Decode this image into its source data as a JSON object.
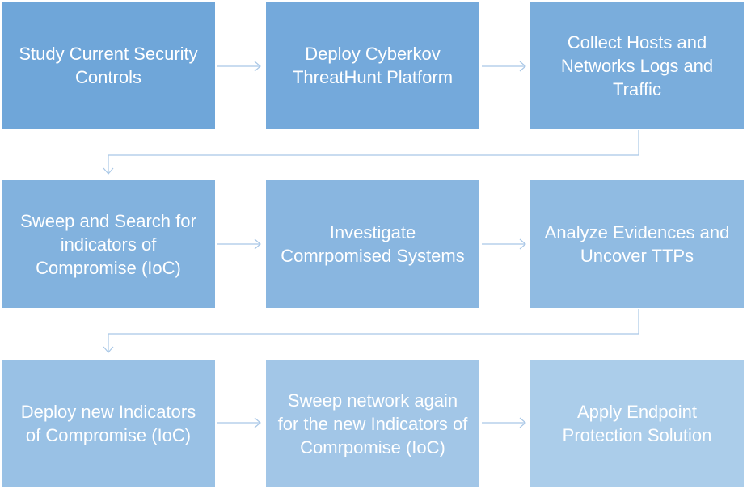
{
  "steps": [
    {
      "label": "Study Current Security Controls",
      "color": "#6fa6d9"
    },
    {
      "label": "Deploy Cyberkov ThreatHunt Platform",
      "color": "#74a9db"
    },
    {
      "label": "Collect Hosts and Networks Logs and Traffic",
      "color": "#7aaddc"
    },
    {
      "label": "Sweep and Search for indicators of Compromise (IoC)",
      "color": "#82b2de"
    },
    {
      "label": "Investigate Comrpomised Systems",
      "color": "#89b6e0"
    },
    {
      "label": "Analyze Evidences and Uncover TTPs",
      "color": "#90bbe2"
    },
    {
      "label": "Deploy new Indicators of Compromise (IoC)",
      "color": "#99c1e5"
    },
    {
      "label": "Sweep network again for the new Indicators of Comrpomise (IoC)",
      "color": "#a2c6e7"
    },
    {
      "label": "Apply Endpoint Protection Solution",
      "color": "#abcdea"
    }
  ],
  "colors": {
    "arrow": "#a9c7e6"
  }
}
